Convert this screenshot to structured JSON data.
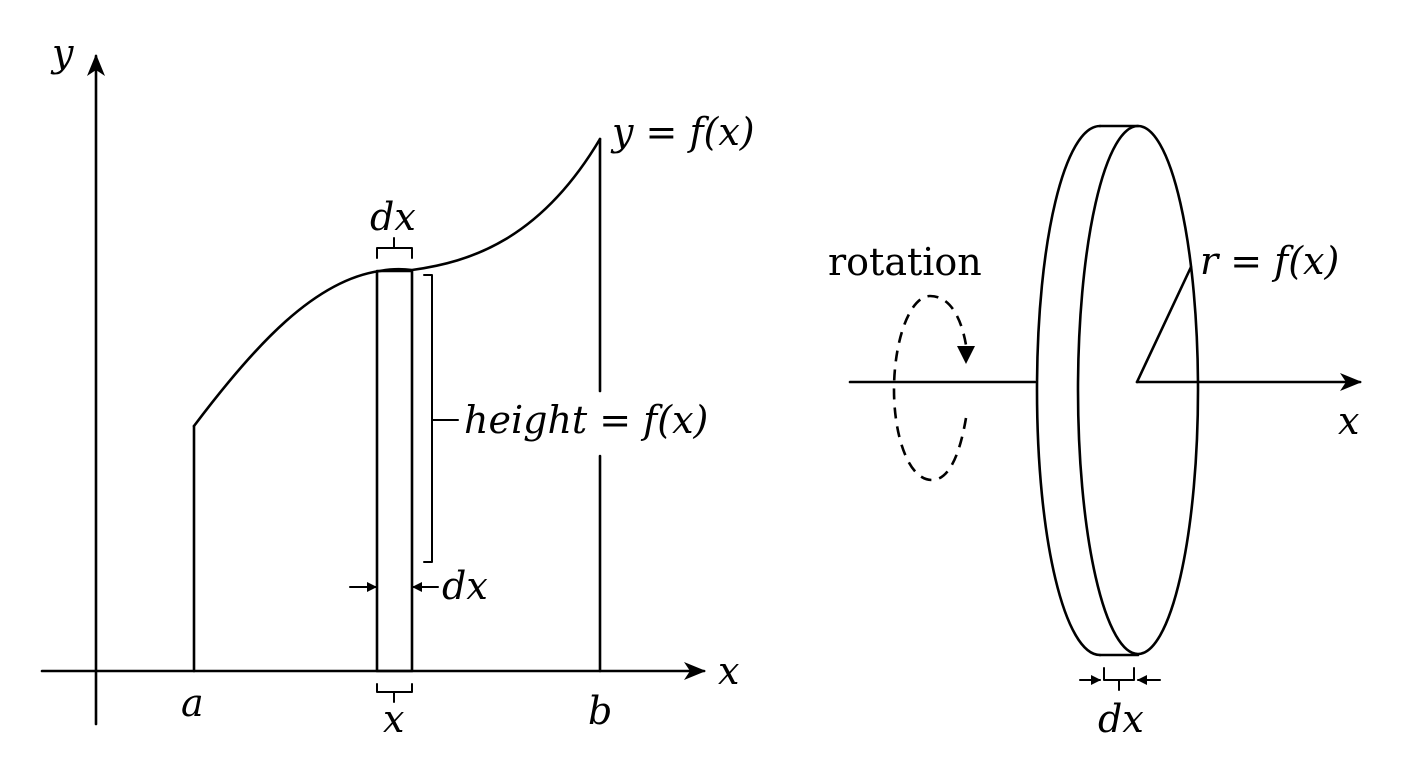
{
  "left_panel": {
    "y_axis_label": "y",
    "x_axis_label": "x",
    "curve_label": "y = f(x)",
    "a_label": "a",
    "b_label": "b",
    "strip_top_width_label": "dx",
    "strip_side_width_label": "dx",
    "strip_height_label": "height = f(x)",
    "strip_position_label": "x"
  },
  "right_panel": {
    "rotation_label": "rotation",
    "radius_label": "r = f(x)",
    "x_axis_label": "x",
    "thickness_label": "dx"
  }
}
